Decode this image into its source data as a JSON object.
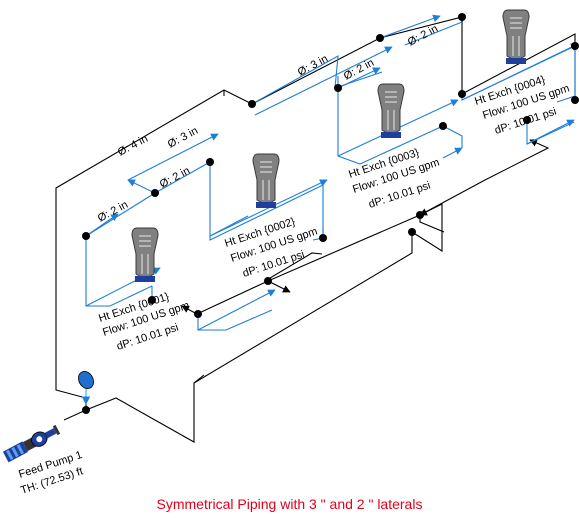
{
  "caption": "Symmetrical Piping with 3 \" and 2 \" laterals",
  "colors": {
    "return_pipe": "#000000",
    "supply_pipe": "#1e7fd8",
    "exchanger_body": "#7f7f7f",
    "exchanger_base": "#1f3f9f",
    "caption": "#e0001b",
    "tank": "#1e6fd0"
  },
  "pump": {
    "name": "Feed Pump 1",
    "head": "TH: (72.53) ft"
  },
  "pipe_labels": {
    "main_4in": "Ø: 4 in",
    "main_3in_a": "Ø: 3 in",
    "main_3in_b": "Ø: 3 in",
    "lat_2in_1": "Ø: 2 in",
    "lat_2in_2": "Ø: 2 in",
    "lat_2in_3": "Ø: 2 in",
    "lat_2in_4": "Ø: 2 in"
  },
  "exchangers": [
    {
      "name": "Ht Exch {0001}",
      "flow": "Flow: 100 US gpm",
      "dp": "dP: 10.01 psi"
    },
    {
      "name": "Ht Exch {0002}",
      "flow": "Flow: 100 US gpm",
      "dp": "dP: 10.01 psi"
    },
    {
      "name": "Ht Exch {0003}",
      "flow": "Flow: 100 US gpm",
      "dp": "dP: 10.01 psi"
    },
    {
      "name": "Ht Exch {0004}",
      "flow": "Flow: 100 US gpm",
      "dp": "dP: 10.01 psi"
    }
  ]
}
